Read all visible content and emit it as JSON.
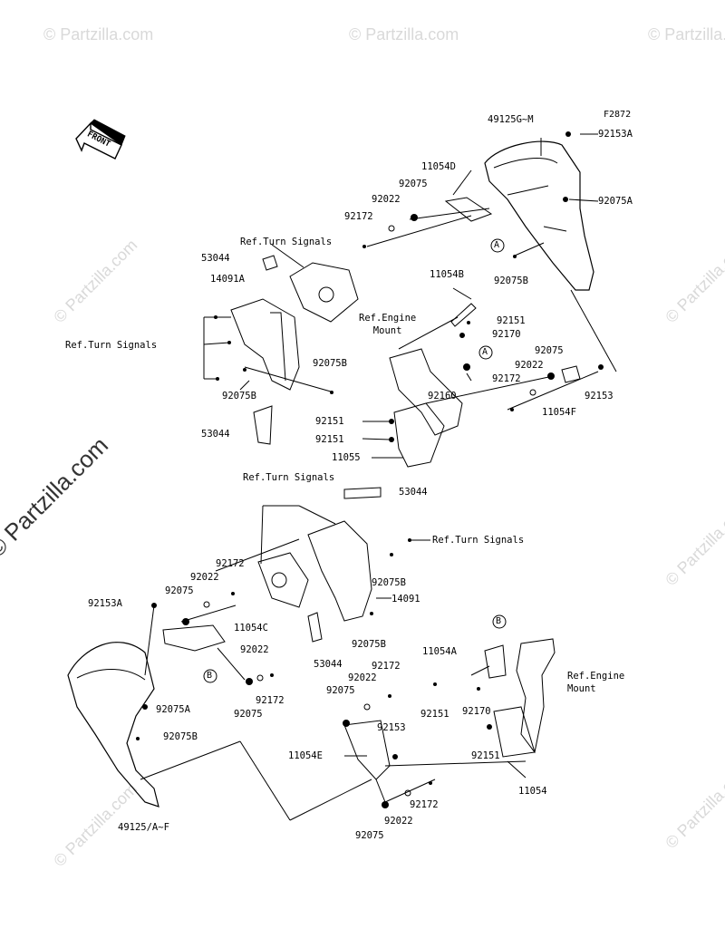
{
  "figure_id": "F2872",
  "front_label": "FRONT",
  "watermark": {
    "small": "© Partzilla.com",
    "large": "© Partzilla.com"
  },
  "labels": {
    "p49125GM": "49125G~M",
    "p92153A_top": "92153A",
    "p92075A_top": "92075A",
    "p11054D": "11054D",
    "p92075_top": "92075",
    "p92022_top": "92022",
    "p92172_top": "92172",
    "refTurn_top": "Ref.Turn Signals",
    "p53044_top": "53044",
    "p14091A": "14091A",
    "refTurn_left": "Ref.Turn Signals",
    "p92075B_1": "92075B",
    "p92075B_2": "92075B",
    "p53044_mid": "53044",
    "p11054B": "11054B",
    "refEngine_top": "Ref.Engine\nMount",
    "p92151_a": "92151",
    "p92170_a": "92170",
    "p92075B_3": "92075B",
    "p92075_r": "92075",
    "p92022_r": "92022",
    "p92172_r": "92172",
    "p92153_r": "92153",
    "p11054F": "11054F",
    "p92160": "92160",
    "p92151_b": "92151",
    "p92151_c": "92151",
    "p11055": "11055",
    "refTurn_mid": "Ref.Turn Signals",
    "p53044_low": "53044",
    "refTurn_right": "Ref.Turn Signals",
    "p92172_l": "92172",
    "p92022_l": "92022",
    "p92075_l": "92075",
    "p92153A_l": "92153A",
    "p92075B_4": "92075B",
    "p14091": "14091",
    "p11054C": "11054C",
    "p53044_bot": "53044",
    "p92075B_5": "92075B",
    "p92022_m": "92022",
    "p92172_m": "92172",
    "p92075_m": "92075",
    "p92075A_l": "92075A",
    "p92075B_l": "92075B",
    "p11054A": "11054A",
    "refEngine_bot": "Ref.Engine\nMount",
    "p92172_c": "92172",
    "p92022_c": "92022",
    "p92075_c": "92075",
    "p92151_d": "92151",
    "p92170_b": "92170",
    "p92153_c": "92153",
    "p11054E": "11054E",
    "p92151_e": "92151",
    "p11054": "11054",
    "p92172_bot": "92172",
    "p92022_bot": "92022",
    "p92075_bot": "92075",
    "p49125AF": "49125/A~F"
  },
  "callouts": [
    "A",
    "A",
    "B",
    "B"
  ]
}
